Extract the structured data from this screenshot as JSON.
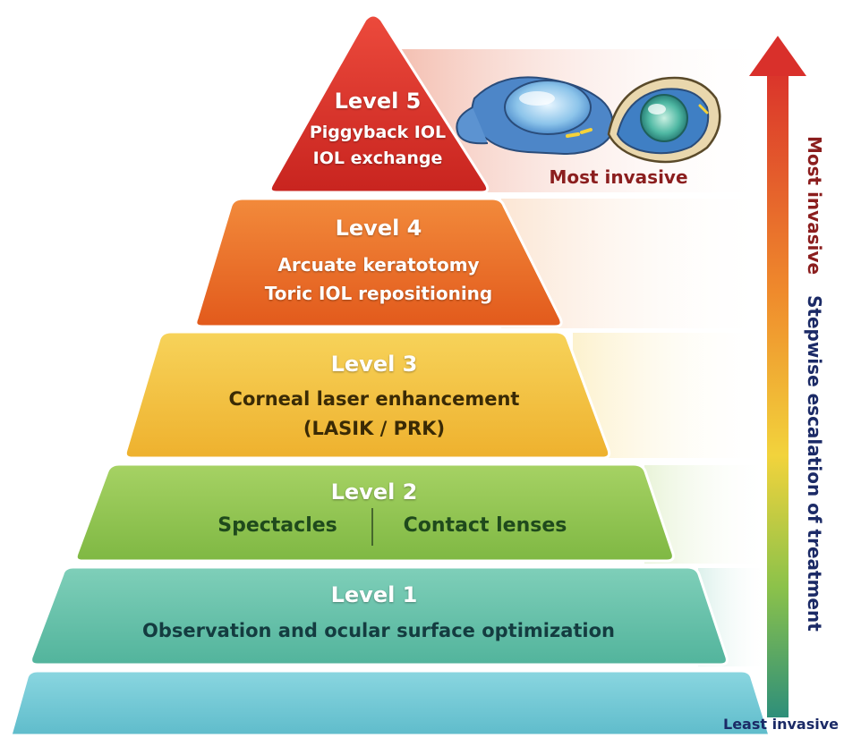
{
  "levels": [
    {
      "title": "Level 5",
      "lines": [
        "Piggyback IOL",
        "IOL exchange"
      ]
    },
    {
      "title": "Level 4",
      "lines": [
        "Arcuate keratotomy",
        "Toric IOL repositioning"
      ]
    },
    {
      "title": "Level 3",
      "lines": [
        "Corneal laser enhancement",
        "(LASIK / PRK)"
      ]
    },
    {
      "title": "Level 2",
      "left": "Spectacles",
      "right": "Contact lenses"
    },
    {
      "title": "Level 1",
      "lines": [
        "Observation and ocular surface optimization"
      ]
    }
  ],
  "top_callout": "Most invasive",
  "axis": {
    "top_label": "Most invasive",
    "middle_label": "Stepwise escalation of treatment",
    "bottom_label": "Least invasive"
  },
  "colors": {
    "level5": "#d9302b",
    "level4": "#ea6a22",
    "level3": "#f0bf3a",
    "level2": "#8cc24a",
    "level1": "#5fc0a7",
    "base": "#6ec8d6",
    "axis_top": "#d9302b",
    "axis_bottom": "#2e8f7a",
    "text_red": "#8b1e1e",
    "text_navy": "#1b2a66"
  },
  "icons": [
    "intraocular-lens-icon",
    "eye-lens-icon"
  ]
}
